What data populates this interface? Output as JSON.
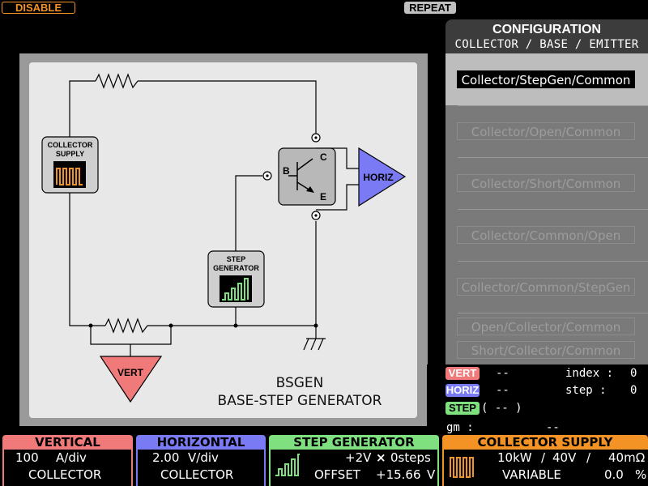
{
  "topbar": {
    "disable_label": "DISABLE",
    "repeat_label": "REPEAT"
  },
  "diagram": {
    "collector_supply_label_1": "COLLECTOR",
    "collector_supply_label_2": "SUPPLY",
    "step_generator_label_1": "STEP",
    "step_generator_label_2": "GENERATOR",
    "terminal_b": "B",
    "terminal_c": "C",
    "terminal_e": "E",
    "horiz_label": "HORIZ",
    "vert_label": "VERT",
    "mode_name": "BSGEN",
    "mode_description": "BASE-STEP GENERATOR"
  },
  "configuration": {
    "title": "CONFIGURATION",
    "subtitle": "COLLECTOR / BASE / EMITTER",
    "items": [
      "Collector/StepGen/Common",
      "Collector/Open/Common",
      "Collector/Short/Common",
      "Collector/Common/Open",
      "Collector/Common/StepGen",
      "Open/Collector/Common",
      "Short/Collector/Common"
    ],
    "selected_index": 0
  },
  "readout": {
    "vert_tag": "VERT",
    "vert_value": "--",
    "horiz_tag": "HORIZ",
    "horiz_value": "--",
    "step_tag": "STEP",
    "step_value": "( -- )",
    "index_label": "index :",
    "index_value": "0",
    "step_label": "step :",
    "step_count": "0",
    "gm_label": "gm :",
    "gm_value": "--"
  },
  "bottom": {
    "vertical": {
      "title": "VERTICAL",
      "value": "100",
      "unit": "A/div",
      "source": "COLLECTOR"
    },
    "horizontal": {
      "title": "HORIZONTAL",
      "value": "2.00",
      "unit": "V/div",
      "source": "COLLECTOR"
    },
    "step_generator": {
      "title": "STEP GENERATOR",
      "amplitude": "+2V",
      "times": "×",
      "steps": "0steps",
      "offset_label": "OFFSET",
      "offset_value": "+15.66",
      "offset_unit": "V"
    },
    "collector_supply": {
      "title": "COLLECTOR SUPPLY",
      "power": "10kW",
      "voltage": "40V",
      "resistance": "40mΩ",
      "sep": "/",
      "mode": "VARIABLE",
      "percent": "0.0",
      "percent_unit": "%"
    }
  },
  "colors": {
    "vert": "#f07a7a",
    "horiz": "#7a7af5",
    "step": "#7fe07f",
    "collector": "#f39325"
  }
}
